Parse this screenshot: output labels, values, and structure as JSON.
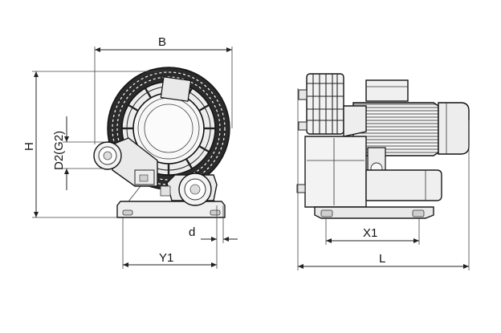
{
  "drawing": {
    "dimension_labels": {
      "B": "B",
      "H": "H",
      "D2": "D2(G2)",
      "d": "d",
      "Y1": "Y1",
      "X1": "X1",
      "L": "L"
    },
    "colors": {
      "line": "#1a1a1a",
      "body_fill": "#f2f2f2",
      "shade_fill": "#d9d9d9",
      "dark_fill": "#2b2b2b",
      "background": "#ffffff"
    }
  }
}
